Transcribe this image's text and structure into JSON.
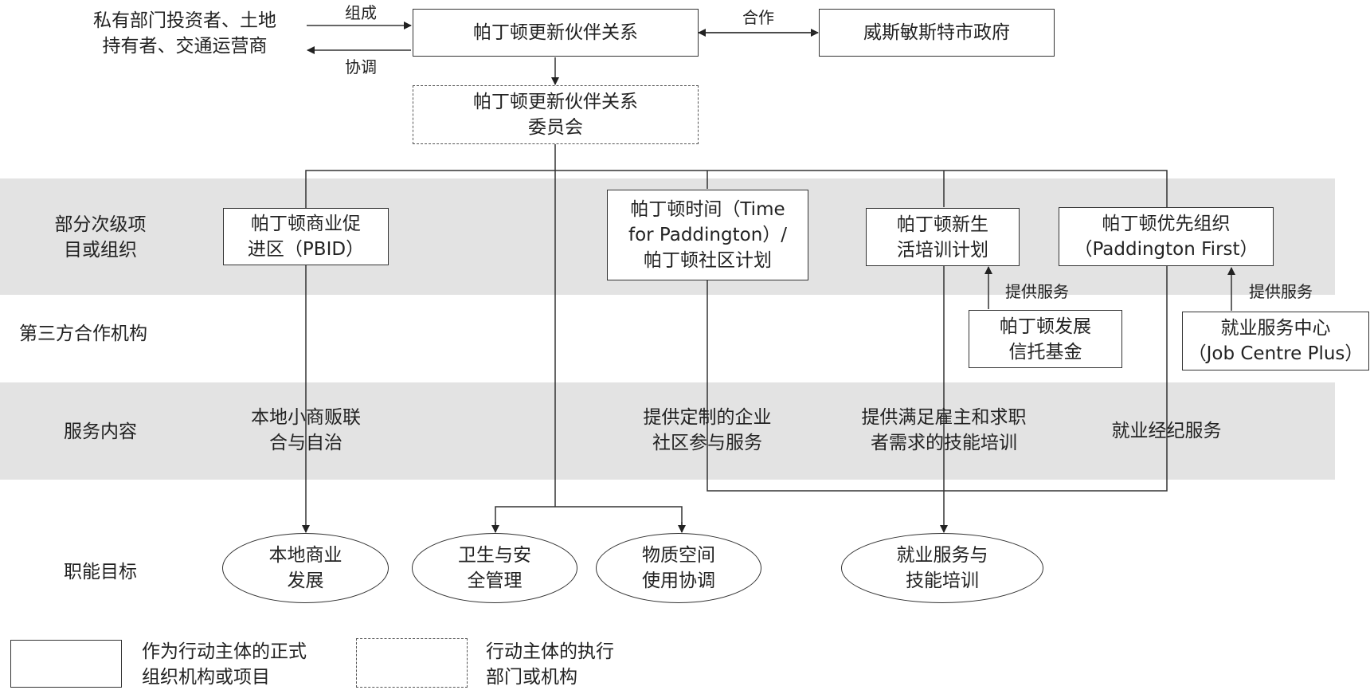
{
  "top": {
    "stakeholders": [
      "私有部门投资者、土地",
      "持有者、交通运营商"
    ],
    "arrow_compose": "组成",
    "arrow_coordinate": "协调",
    "partnership": "帕丁顿更新伙伴关系",
    "cooperate": "合作",
    "council": "威斯敏斯特市政府",
    "committee": [
      "帕丁顿更新伙伴关系",
      "委员会"
    ]
  },
  "rows": {
    "row1": [
      "部分次级项",
      "目或组织"
    ],
    "row2": "第三方合作机构",
    "row3": "服务内容",
    "row4": "职能目标"
  },
  "orgs": {
    "pbid": [
      "帕丁顿商业促",
      "进区（PBID）"
    ],
    "time": [
      "帕丁顿时间（Time",
      "for Paddington）/",
      "帕丁顿社区计划"
    ],
    "newlife": [
      "帕丁顿新生",
      "活培训计划"
    ],
    "first": [
      "帕丁顿优先组织",
      "（Paddington First）"
    ]
  },
  "partners": {
    "provide1": "提供服务",
    "trust": [
      "帕丁顿发展",
      "信托基金"
    ],
    "provide2": "提供服务",
    "jobcentre": [
      "就业服务中心",
      "（Job Centre Plus）"
    ]
  },
  "services": {
    "s1": [
      "本地小商贩联",
      "合与自治"
    ],
    "s2": [
      "提供定制的企业",
      "社区参与服务"
    ],
    "s3": [
      "提供满足雇主和求职",
      "者需求的技能培训"
    ],
    "s4": "就业经纪服务"
  },
  "goals": {
    "g1": [
      "本地商业",
      "发展"
    ],
    "g2": [
      "卫生与安",
      "全管理"
    ],
    "g3": [
      "物质空间",
      "使用协调"
    ],
    "g4": [
      "就业服务与",
      "技能培训"
    ]
  },
  "legend": {
    "solid": [
      "作为行动主体的正式",
      "组织机构或项目"
    ],
    "dashed": [
      "行动主体的执行",
      "部门或机构"
    ]
  }
}
